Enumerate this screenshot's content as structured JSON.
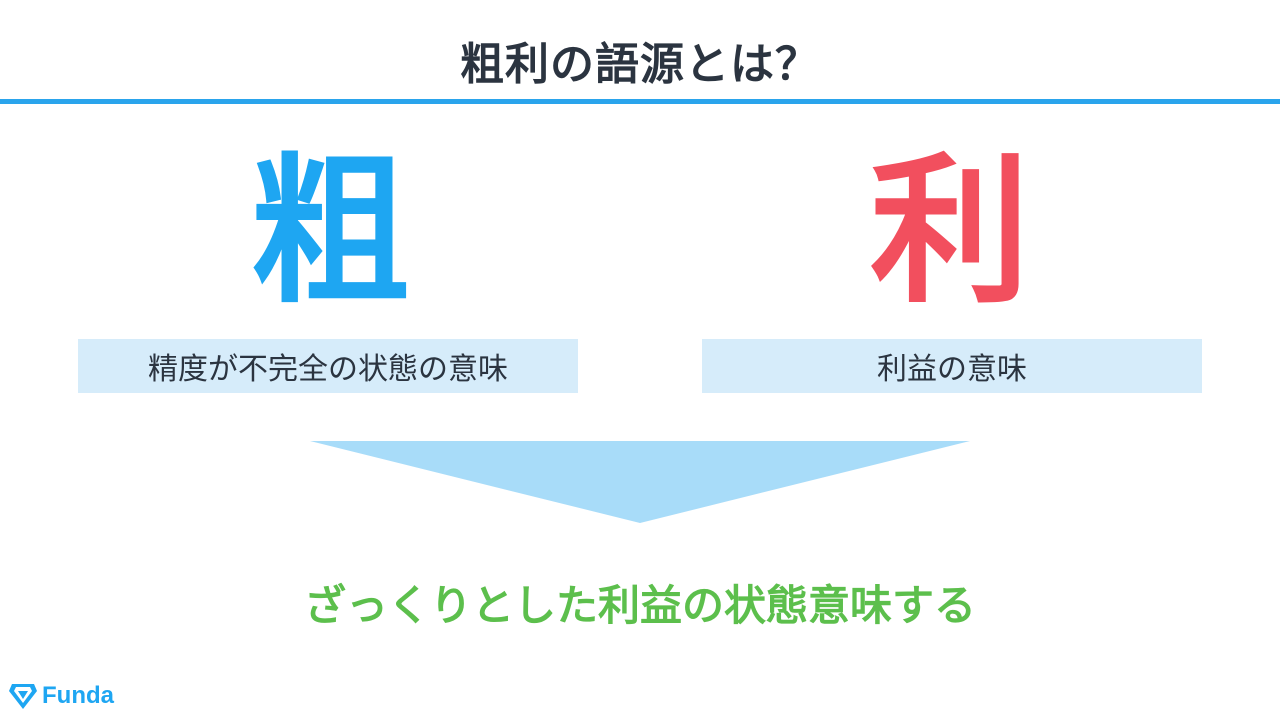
{
  "title": "粗利の語源とは？",
  "left": {
    "character": "粗",
    "meaning": "精度が不完全の状態の意味",
    "color": "#1ea6f2"
  },
  "right": {
    "character": "利",
    "meaning": "利益の意味",
    "color": "#f24f5e"
  },
  "conclusion": "ざっくりとした利益の状態意味する",
  "brand": {
    "name": "Funda",
    "logo_icon": "diamond-logo-icon",
    "color": "#1ea6f2"
  },
  "colors": {
    "title_rule": "#2aa4ec",
    "meaning_box": "#d6ecfa",
    "arrow": "#a8dcf9",
    "conclusion": "#5cbf4c"
  }
}
